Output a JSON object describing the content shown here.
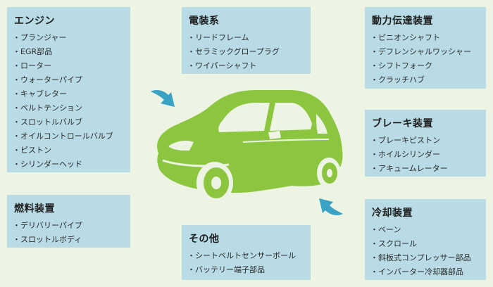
{
  "categories": [
    {
      "id": "engine",
      "title": "エンジン",
      "items": [
        "プランジャー",
        "EGR部品",
        "ローター",
        "ウォーターパイプ",
        "キャブレター",
        "ベルトテンション",
        "スロットルバルブ",
        "オイルコントロールバルブ",
        "ピストン",
        "シリンダーヘッド"
      ]
    },
    {
      "id": "electrical",
      "title": "電装系",
      "items": [
        "リードフレーム",
        "セラミックグロープラグ",
        "ワイパーシャフト"
      ]
    },
    {
      "id": "drivetrain",
      "title": "動力伝達装置",
      "items": [
        "ピニオンシャフト",
        "デフレンシャルワッシャー",
        "シフトフォーク",
        "クラッチハブ"
      ]
    },
    {
      "id": "brake",
      "title": "ブレーキ装置",
      "items": [
        "ブレーキピストン",
        "ホイルシリンダー",
        "アキュームレーター"
      ]
    },
    {
      "id": "fuel",
      "title": "燃料装置",
      "items": [
        "デリバリーパイプ",
        "スロットルボディ"
      ]
    },
    {
      "id": "other",
      "title": "その他",
      "items": [
        "シートベルトセンサーボール",
        "バッテリー端子部品"
      ]
    },
    {
      "id": "cooling",
      "title": "冷却装置",
      "items": [
        "ベーン",
        "スクロール",
        "斜板式コンプレッサー部品",
        "インバーター冷却器部品"
      ]
    }
  ],
  "colors": {
    "background": "#eef4e4",
    "box": "#b8dbe5",
    "car": "#8cc63f",
    "arrow": "#3aa3c4"
  },
  "icons": {
    "car": "car-illustration",
    "arrows": [
      "curved-arrow-icon",
      "curved-arrow-icon"
    ]
  }
}
